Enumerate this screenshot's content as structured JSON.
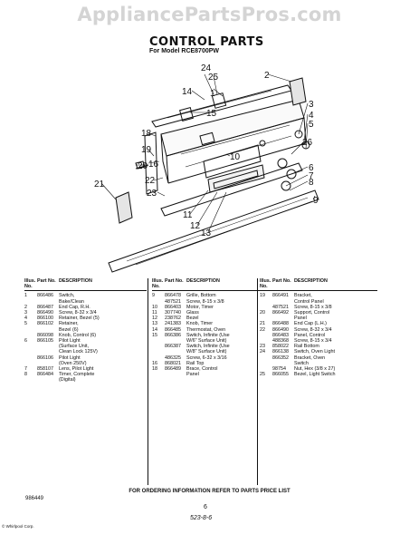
{
  "watermark": "AppliancePartsPros.com",
  "title": "CONTROL PARTS",
  "subtitle": "For Model RCE8700PW",
  "callouts": [
    "24",
    "25",
    "14",
    "1",
    "2",
    "15",
    "3",
    "4",
    "5",
    "18",
    "26",
    "19",
    "10",
    "16",
    "20",
    "6",
    "7",
    "8",
    "21",
    "22",
    "9",
    "23",
    "11",
    "12",
    "13"
  ],
  "table_headers": {
    "ill": "Illus. No.",
    "part": "Part No.",
    "desc": "DESCRIPTION"
  },
  "col1": [
    {
      "ill": "1",
      "part": "866486",
      "desc": "Switch,"
    },
    {
      "ill": "",
      "part": "",
      "desc": "Bake/Clean"
    },
    {
      "ill": "2",
      "part": "866487",
      "desc": "End Cap, R.H."
    },
    {
      "ill": "3",
      "part": "866490",
      "desc": "Screw, 8-32 x 3/4"
    },
    {
      "ill": "4",
      "part": "866100",
      "desc": "Retainer, Bezel (5)"
    },
    {
      "ill": "5",
      "part": "866102",
      "desc": "Retainer,"
    },
    {
      "ill": "",
      "part": "",
      "desc": "Bezel (6)"
    },
    {
      "ill": "",
      "part": "866098",
      "desc": "Knob, Control (6)"
    },
    {
      "ill": "6",
      "part": "866105",
      "desc": "Pilot Light"
    },
    {
      "ill": "",
      "part": "",
      "desc": "(Surface Unit,"
    },
    {
      "ill": "",
      "part": "",
      "desc": "Clean Lock 125V)"
    },
    {
      "ill": "",
      "part": "866106",
      "desc": "Pilot Light"
    },
    {
      "ill": "",
      "part": "",
      "desc": "(Oven 250V)"
    },
    {
      "ill": "7",
      "part": "858107",
      "desc": "Lens, Pilot Light"
    },
    {
      "ill": "8",
      "part": "866484",
      "desc": "Timer, Complete"
    },
    {
      "ill": "",
      "part": "",
      "desc": "(Digital)"
    }
  ],
  "col2": [
    {
      "ill": "9",
      "part": "866478",
      "desc": "Grille, Bottom"
    },
    {
      "ill": "",
      "part": "487521",
      "desc": "Screw, 8-15 x 3/8"
    },
    {
      "ill": "10",
      "part": "866403",
      "desc": "Motor, Timer"
    },
    {
      "ill": "11",
      "part": "307740",
      "desc": "Glass"
    },
    {
      "ill": "12",
      "part": "238762",
      "desc": "Bezel"
    },
    {
      "ill": "13",
      "part": "241383",
      "desc": "Knob, Timer"
    },
    {
      "ill": "14",
      "part": "866485",
      "desc": "Thermostat, Oven"
    },
    {
      "ill": "15",
      "part": "866386",
      "desc": "Switch, Infinite (Use"
    },
    {
      "ill": "",
      "part": "",
      "desc": "W/6\" Surface Unit)"
    },
    {
      "ill": "",
      "part": "866387",
      "desc": "Switch, Infinite (Use"
    },
    {
      "ill": "",
      "part": "",
      "desc": "W/8\" Surface Unit)"
    },
    {
      "ill": "",
      "part": "486325",
      "desc": "Screw, 6-32 x 3/16"
    },
    {
      "ill": "16",
      "part": "868021",
      "desc": "Rail Top"
    },
    {
      "ill": "18",
      "part": "866489",
      "desc": "Brace, Control"
    },
    {
      "ill": "",
      "part": "",
      "desc": "Panel"
    }
  ],
  "col3": [
    {
      "ill": "19",
      "part": "866491",
      "desc": "Bracket,"
    },
    {
      "ill": "",
      "part": "",
      "desc": "Control Panel"
    },
    {
      "ill": "",
      "part": "487521",
      "desc": "Screw, 8-15 x 3/8"
    },
    {
      "ill": "20",
      "part": "866492",
      "desc": "Support, Control"
    },
    {
      "ill": "",
      "part": "",
      "desc": "Panel"
    },
    {
      "ill": "21",
      "part": "866488",
      "desc": "End Cap (L.H.)"
    },
    {
      "ill": "22",
      "part": "866490",
      "desc": "Screw, 8-32 x 3/4"
    },
    {
      "ill": "",
      "part": "866483",
      "desc": "Panel, Control"
    },
    {
      "ill": "",
      "part": "488368",
      "desc": "Screw, 8-15 x 3/4"
    },
    {
      "ill": "23",
      "part": "858022",
      "desc": "Rail Bottom"
    },
    {
      "ill": "24",
      "part": "866138",
      "desc": "Switch, Oven Light"
    },
    {
      "ill": "",
      "part": "866352",
      "desc": "Bracket, Oven"
    },
    {
      "ill": "",
      "part": "",
      "desc": "Switch"
    },
    {
      "ill": "",
      "part": "98754",
      "desc": "Nut, Hex (3/8 x 27)"
    },
    {
      "ill": "25",
      "part": "866055",
      "desc": "Bezel, Light Switch"
    }
  ],
  "footer": {
    "order_info": "FOR ORDERING INFORMATION REFER TO PARTS PRICE LIST",
    "code": "986449",
    "page": "6",
    "handwritten": "523-8-6",
    "corner": "© Whirlpool Corp."
  }
}
